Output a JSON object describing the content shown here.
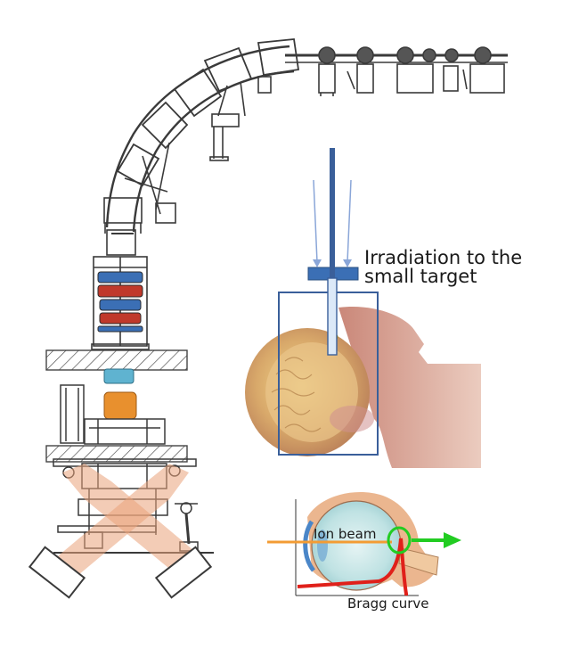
{
  "labels": {
    "irradiation_line1": "Irradiation to the",
    "irradiation_line2": "small target",
    "ion_beam": "Ion beam",
    "bragg_curve": "Bragg curve"
  },
  "colors": {
    "line_art": "#3a3a3a",
    "magnet_blue": "#3b6fb5",
    "magnet_red": "#c0392b",
    "monitor_teal": "#5fb3d0",
    "nozzle_orange": "#e8902e",
    "beam_cone": "#e9a27a",
    "target_box": "#3a5f9a",
    "beam_arrow": "#8aa6d8",
    "green_arrow": "#22cc22",
    "bragg_red": "#e0201a",
    "ion_beam_orange": "#f39c34"
  }
}
